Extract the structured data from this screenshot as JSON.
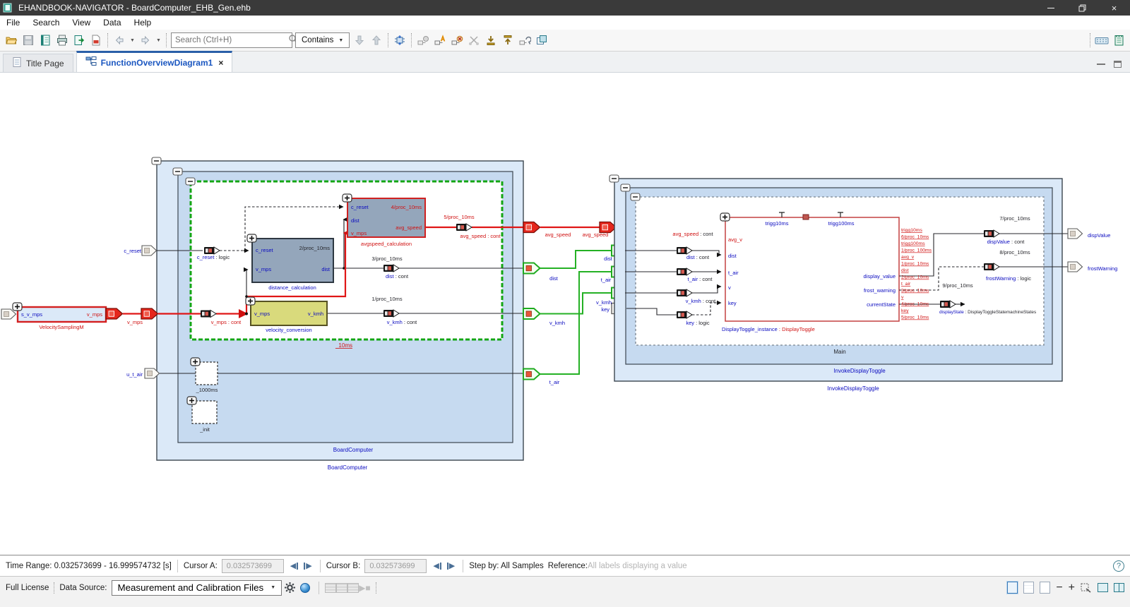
{
  "window": {
    "title": "EHANDBOOK-NAVIGATOR - BoardComputer_EHB_Gen.ehb"
  },
  "menu": {
    "items": [
      "File",
      "Search",
      "View",
      "Data",
      "Help"
    ]
  },
  "toolbar": {
    "search_placeholder": "Search (Ctrl+H)",
    "contains_label": "Contains",
    "icon_names": [
      "open",
      "save",
      "handbook",
      "print",
      "export",
      "pdf",
      "back",
      "forward",
      "find-next",
      "find-prev",
      "sync-selection",
      "label-show",
      "label-auto",
      "label-delete",
      "measure",
      "step-into",
      "step-out",
      "label-config",
      "windows",
      "keyboard",
      "notes"
    ]
  },
  "icons": {
    "caret_down": "▼",
    "minus": "−",
    "plus": "+",
    "play": "▶",
    "stop": "■",
    "step_prev": "◀",
    "step_next": "▶",
    "help": "?",
    "close": "×"
  },
  "tabs": [
    {
      "label": "Title Page"
    },
    {
      "label": "FunctionOverviewDiagram1"
    }
  ],
  "diagram": {
    "containers": {
      "board_computer": "BoardComputer",
      "invoke_display_toggle": "InvokeDisplayToggle",
      "main": "Main",
      "task_10ms": "_10ms",
      "task_1000ms": "_1000ms",
      "task_init": "_init"
    },
    "blocks": {
      "velocity_sampling": "VelocitySamplingM",
      "distance_calculation": "distance_calculation",
      "avgspeed_calculation": "avgspeed_calculation",
      "velocity_conversion": "velocity_conversion",
      "instance_name": "DisplayToggle_instance",
      "instance_type": " : DisplayToggle"
    },
    "signals": {
      "s_v_mps": "s_v_mps",
      "v_mps": "v_mps",
      "c_reset": "c_reset",
      "u_t_air": "u_t_air",
      "dist": "dist",
      "v_kmh": "v_kmh",
      "t_air": "t_air",
      "avg_speed": "avg_speed",
      "key": "key",
      "avg_v": "avg_v",
      "v": "v",
      "trigg10ms": "trigg10ms",
      "trigg100ms": "trigg100ms",
      "display_value": "display_value",
      "frost_warning": "frost_warning",
      "current_state": "currentState",
      "disp_value": "dispValue",
      "frost_warning_out": "frostWarning",
      "display_state": "displayState"
    },
    "suffix": {
      "logic": " : logic",
      "cont": " : cont",
      "statemachine": " : DisplayToggleStatemachineStates"
    },
    "procs": {
      "p1": "1/proc_10ms",
      "p2": "2/proc_10ms",
      "p3": "3/proc_10ms",
      "p4": "4/proc_10ms",
      "p5": "5/proc_10ms",
      "p7": "7/proc_10ms",
      "p8": "8/proc_10ms",
      "p9": "9/proc_10ms"
    },
    "cluster": [
      "trigg10ms",
      "6/proc_10ms",
      "trigg100ms",
      "1/proc_100ms",
      "avg_v",
      "1/proc_10ms",
      "dist",
      "2/proc_10ms",
      "t_air",
      "3/proc_10ms",
      "v",
      "4/proc_10ms",
      "key",
      "5/proc_10ms"
    ]
  },
  "cursor_bar": {
    "time_range": "Time Range: 0.032573699 - 16.999574732 [s]",
    "cursor_a_label": "Cursor A:",
    "cursor_a_value": "0.032573699",
    "cursor_b_label": "Cursor B:",
    "cursor_b_value": "0.032573699",
    "step_by_label": "Step by: All Samples",
    "reference_label": "Reference:",
    "reference_value": "All labels displaying a value"
  },
  "status_bar": {
    "license": "Full License",
    "data_source_label": "Data Source:",
    "data_source_value": "Measurement and Calibration Files"
  },
  "colors": {
    "accent_blue": "#2a5fa8",
    "signal_red": "#d91616",
    "signal_green": "#25b125",
    "container_fill": "#dbe9f8",
    "container_fill_inner": "#c6daf0",
    "block_fill": "#94a6bb",
    "velocity_fill": "#d9da7c"
  }
}
